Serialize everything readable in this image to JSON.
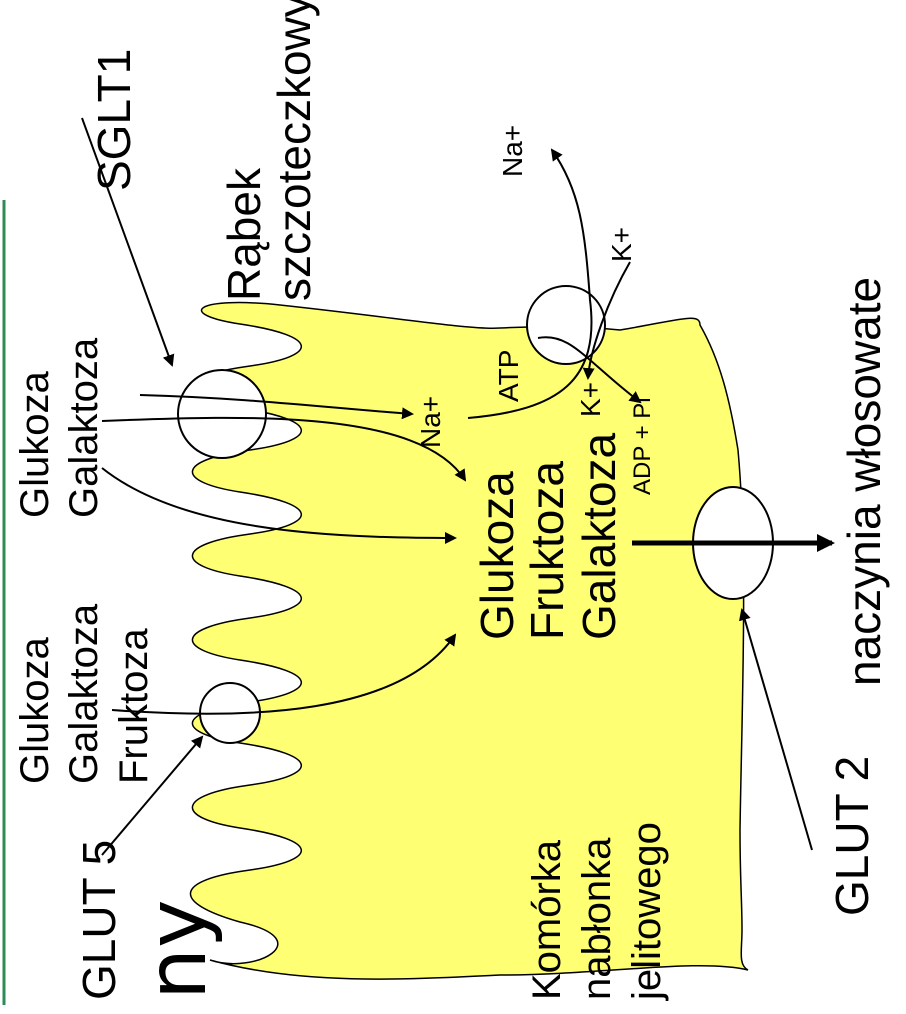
{
  "title_fragment": "ny",
  "cell": {
    "label_lines": [
      "Komórka",
      "nabłonka",
      "jelitowego"
    ],
    "inner_sugars": [
      "Glukoza",
      "Fruktoza",
      "Galaktoza"
    ],
    "brush_border_lines": [
      "Rąbek",
      "szczoteczkowy"
    ]
  },
  "transporters": {
    "sglt1": {
      "label": "SGLT1",
      "substrates": [
        "Glukoza",
        "Galaktoza"
      ]
    },
    "glut5": {
      "label": "GLUT 5",
      "substrates": [
        "Glukoza",
        "Galaktoza",
        "Fruktoza"
      ]
    },
    "glut2": {
      "label": "GLUT 2"
    },
    "pump": {
      "na_in": "Na+",
      "na_out": "Na+",
      "k_out": "K+",
      "k_in": "K+",
      "atp": "ATP",
      "adp": "ADP + Pi"
    }
  },
  "capillaries_label": "naczynia włosowate",
  "colors": {
    "cell_fill": "#ffff73",
    "stroke": "#000000",
    "frame_accent": "#2e8b57"
  }
}
